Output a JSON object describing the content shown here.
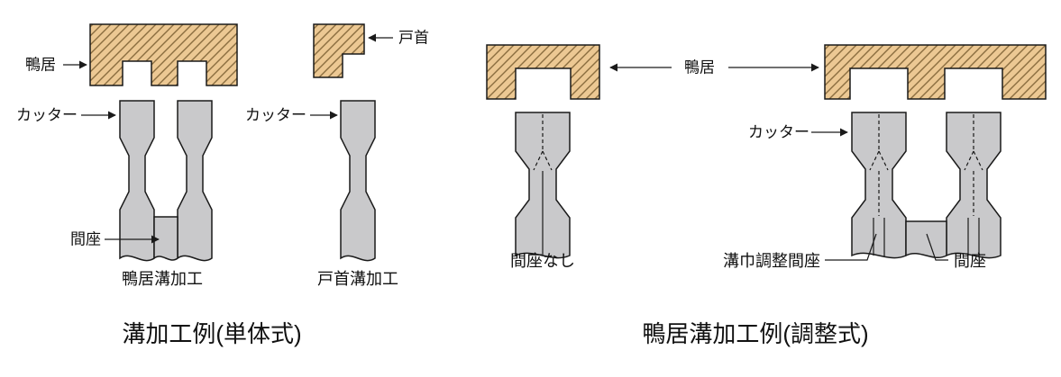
{
  "left": {
    "title": "溝加工例(単体式)",
    "kamoi_label": "鴨居",
    "cutter_label_kamoi": "カッター",
    "cutter_label_tokubi": "カッター",
    "spacer_label": "間座",
    "tokubi_label": "戸首",
    "kamoi_caption": "鴨居溝加工",
    "tokubi_caption": "戸首溝加工"
  },
  "right": {
    "title": "鴨居溝加工例(調整式)",
    "kamoi_label": "鴨居",
    "cutter_label": "カッター",
    "no_spacer_caption": "間座なし",
    "width_adjust_spacer_label": "溝巾調整間座",
    "spacer_label": "間座"
  },
  "colors": {
    "wood_fill": "#ecc893",
    "wood_hatch": "#8a6d3f",
    "cutter_fill": "#c9c9cb",
    "outline": "#1a1a1a"
  }
}
